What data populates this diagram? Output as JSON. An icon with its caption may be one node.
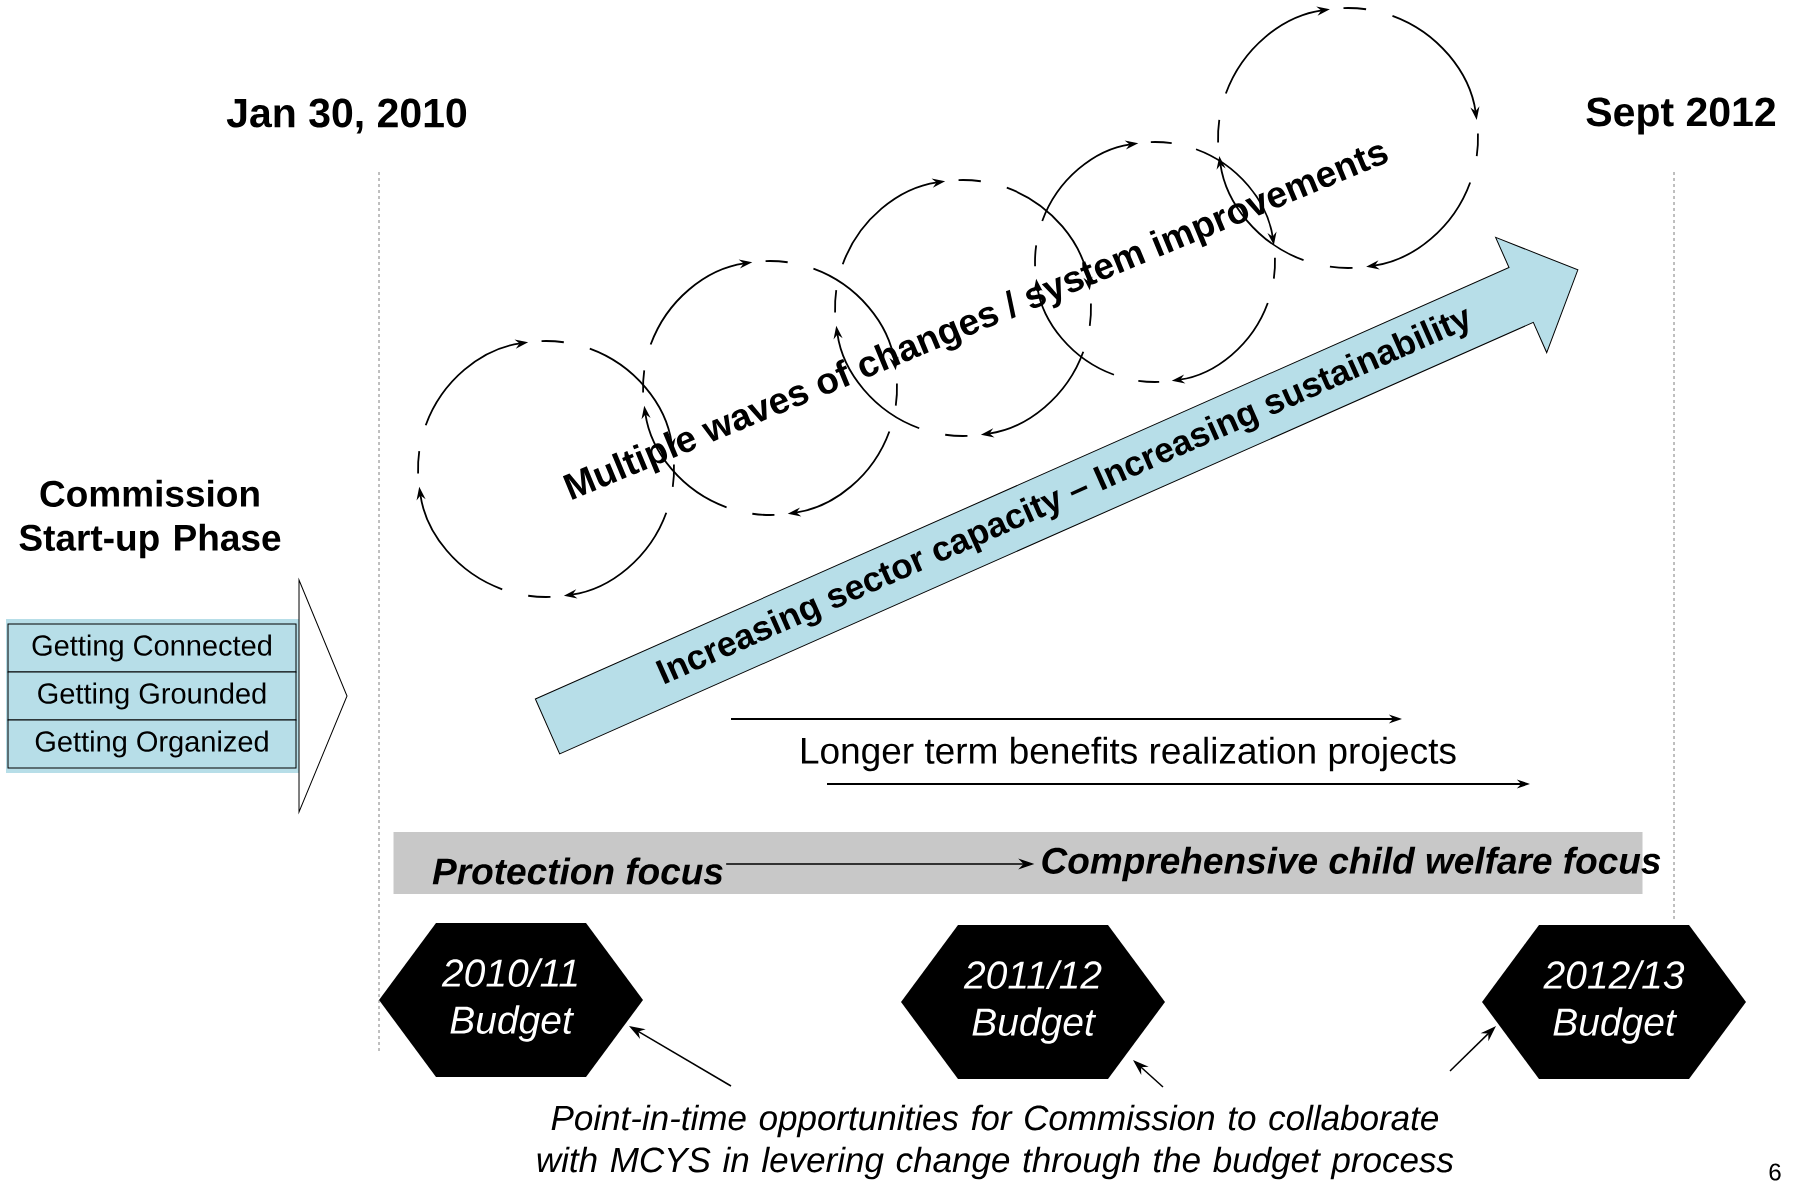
{
  "diagram": {
    "nodes": [
      {
        "text": [
          "Commission Start-up Phase"
        ]
      },
      {
        "text": [
          "Getting Connected"
        ],
        "in": 0
      },
      {
        "text": [
          "Getting Grounded"
        ],
        "in": 0
      },
      {
        "text": [
          "Getting Organized"
        ],
        "in": 0
      },
      {
        "text": [
          "Increasing sector capacity – Increasing sustainability"
        ]
      },
      {
        "text": [],
        "shape": "bar"
      },
      {
        "text": [
          "Protection focus"
        ],
        "in": 5
      },
      {
        "text": [
          "Comprehensive child welfare focus"
        ],
        "in": 5
      },
      {
        "text": [
          "2010/11 Budget"
        ]
      },
      {
        "text": [
          "2011/12 Budget"
        ]
      },
      {
        "text": [
          "2012/13 Budget"
        ]
      },
      {
        "text": [
          "Point-in-time opportunities for Commission to collaborate with MCYS in levering change through the budget process"
        ]
      }
    ],
    "edges": [
      {
        "from": 6,
        "to": 7,
        "arrow": "to"
      },
      {
        "from": 11,
        "to": 8,
        "arrow": "to"
      },
      {
        "from": 11,
        "to": 9,
        "arrow": "to"
      },
      {
        "from": 11,
        "to": 10,
        "arrow": "to"
      }
    ],
    "labels": [
      "Jan 30, 2010",
      "Sept 2012",
      "Multiple waves of changes / system improvements",
      "Longer term benefits realization projects",
      "6"
    ]
  }
}
